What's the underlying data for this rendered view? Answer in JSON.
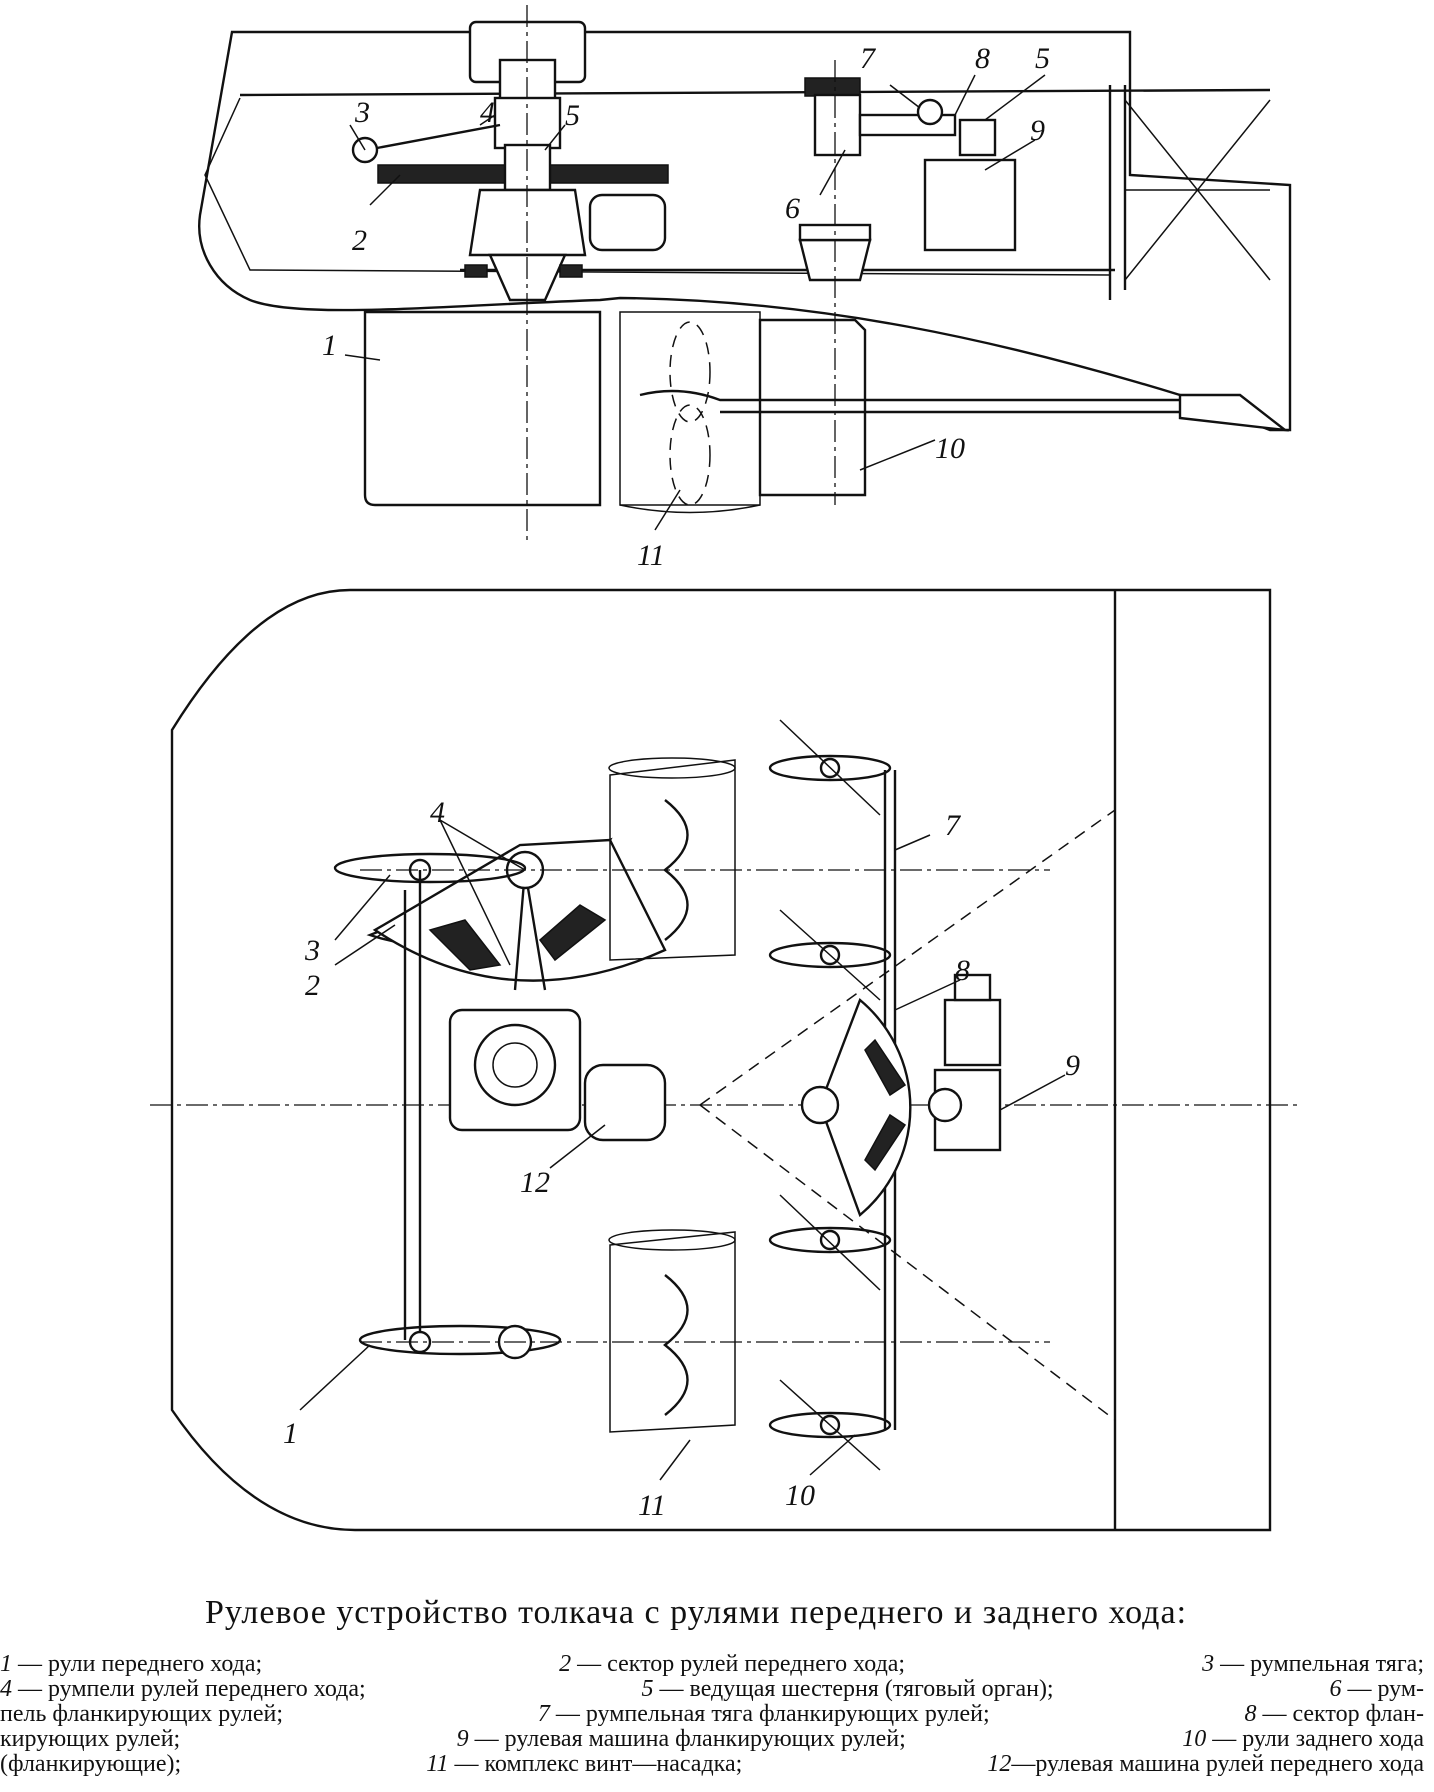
{
  "labels": {
    "top": {
      "l1": "1",
      "l2": "2",
      "l3": "3",
      "l4": "4",
      "l5a": "5",
      "l5b": "5",
      "l6": "6",
      "l7": "7",
      "l8": "8",
      "l9": "9",
      "l10": "10",
      "l11": "11"
    },
    "bottom": {
      "l1": "1",
      "l2": "2",
      "l3": "3",
      "l4": "4",
      "l7": "7",
      "l8": "8",
      "l9": "9",
      "l10": "10",
      "l11": "11",
      "l12": "12"
    }
  },
  "caption": {
    "title": "Рулевое устройство толкача с рулями переднего и заднего хода:",
    "legend": [
      [
        {
          "n": "1",
          "t": "— рули переднего хода;"
        },
        {
          "n": "2",
          "t": "— сектор рулей переднего хода;"
        },
        {
          "n": "3",
          "t": "— румпельная тяга;"
        }
      ],
      [
        {
          "n": "4",
          "t": "— румпели рулей переднего хода;"
        },
        {
          "n": "5",
          "t": "— ведущая шестерня (тяговый орган);"
        },
        {
          "n": "6",
          "t": "— рум-"
        }
      ],
      [
        {
          "n": "",
          "t": "пель фланкирующих рулей;"
        },
        {
          "n": "7",
          "t": "— румпельная тяга фланкирующих рулей;"
        },
        {
          "n": "8",
          "t": "— сектор флан-"
        }
      ],
      [
        {
          "n": "",
          "t": "кирующих рулей;"
        },
        {
          "n": "9",
          "t": "— рулевая машина фланкирующих рулей;"
        },
        {
          "n": "10",
          "t": "— рули заднего хода"
        }
      ],
      [
        {
          "n": "",
          "t": "(фланкирующие);"
        },
        {
          "n": "11",
          "t": "— комплекс винт—насадка;"
        },
        {
          "n": "12",
          "t": "—рулевая машина рулей переднего хода"
        }
      ]
    ]
  }
}
